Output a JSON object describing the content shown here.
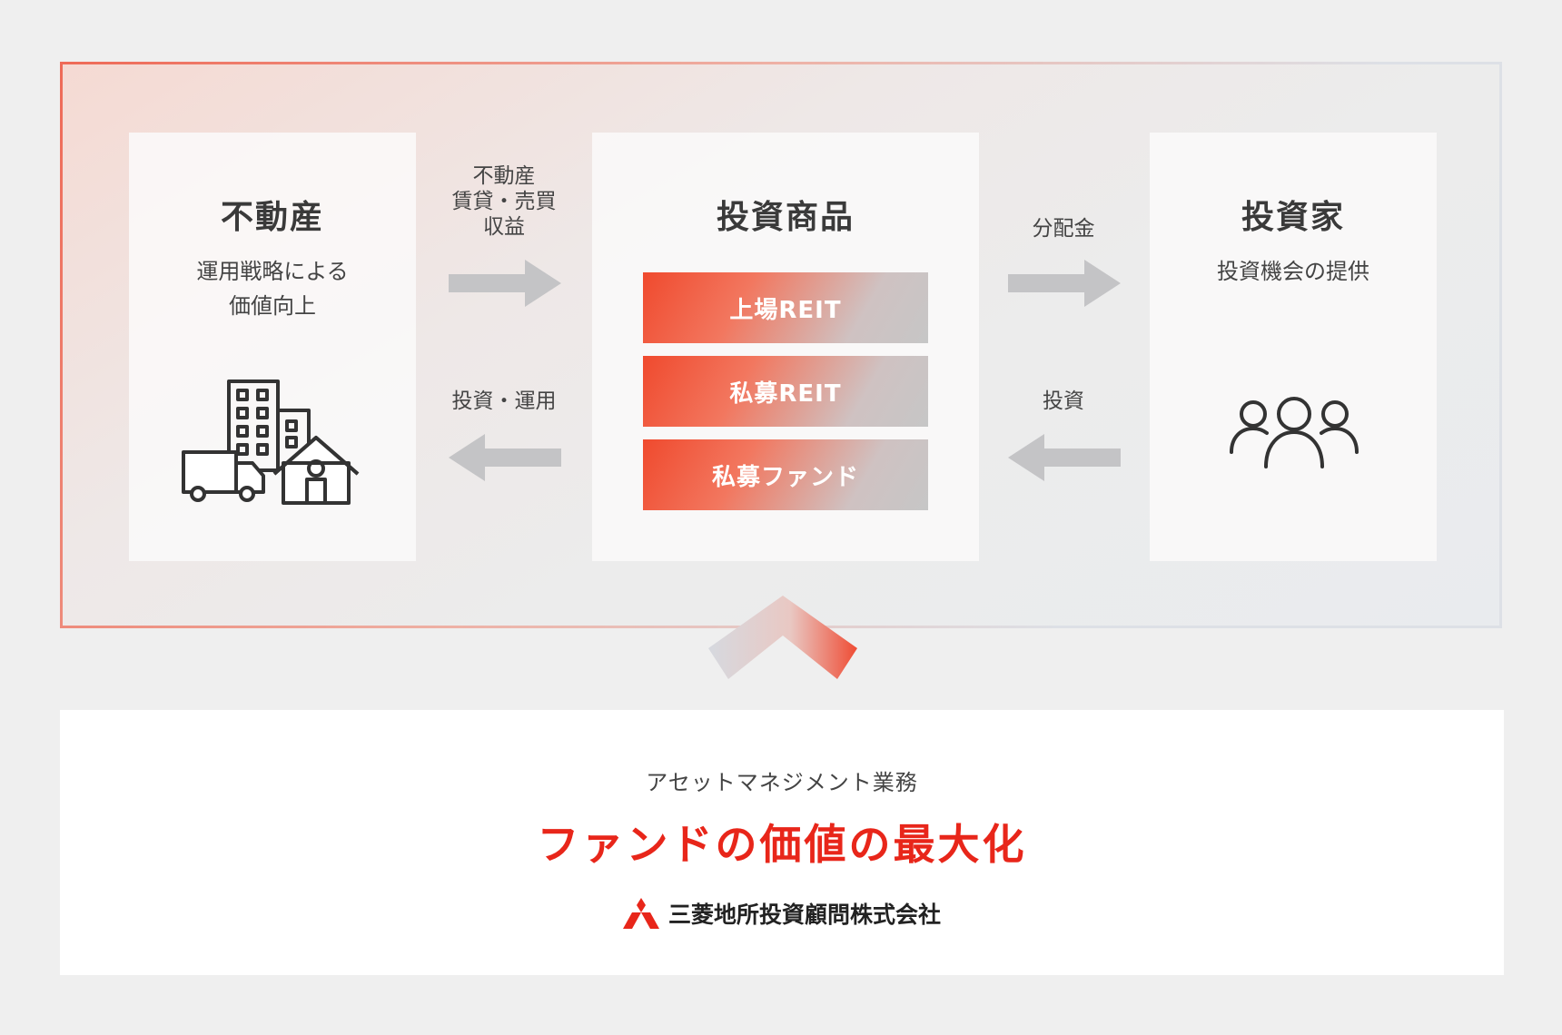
{
  "left_card": {
    "title": "不動産",
    "subtitle_lines": [
      "運用戦略による",
      "価値向上"
    ],
    "icon": "buildings-truck-house-icon"
  },
  "center_card": {
    "title": "投資商品",
    "products": [
      "上場REIT",
      "私募REIT",
      "私募ファンド"
    ]
  },
  "right_card": {
    "title": "投資家",
    "subtitle": "投資機会の提供",
    "icon": "people-group-icon"
  },
  "flows": {
    "left_top_lines": [
      "不動産",
      "賃貸・売買",
      "収益"
    ],
    "left_bottom": "投資・運用",
    "right_top": "分配金",
    "right_bottom": "投資"
  },
  "bottom": {
    "subtitle": "アセットマネジメント業務",
    "title": "ファンドの価値の最大化",
    "company": "三菱地所投資顧問株式会社",
    "company_logo": "three-diamonds-logo"
  },
  "colors": {
    "accent_red": "#e8261a",
    "arrow_gray": "#c4c4c6",
    "frame_accent": "#ee6a57"
  }
}
